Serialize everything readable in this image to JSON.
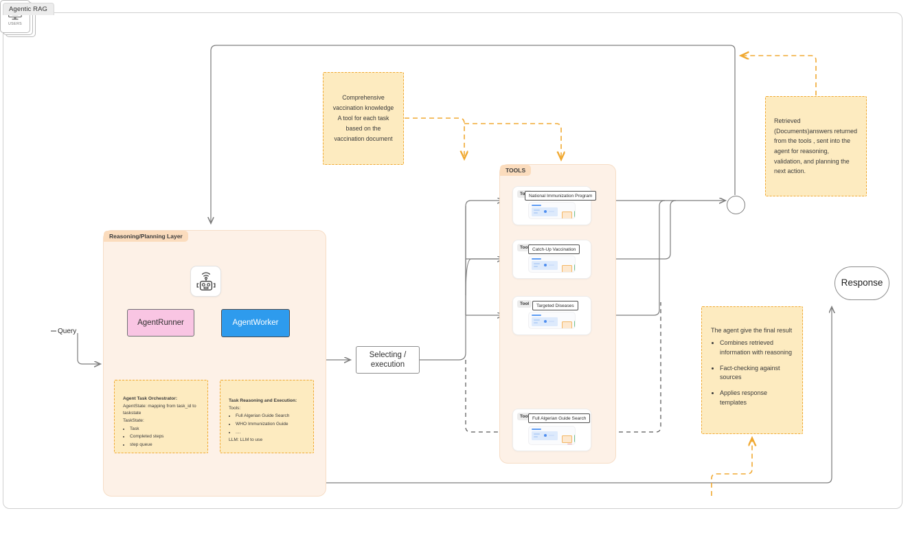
{
  "window": {
    "tab_title": "Agentic RAG"
  },
  "groups": {
    "reasoning": {
      "label": "Reasoning/Planning Layer"
    },
    "tools": {
      "label": "TOOLS"
    }
  },
  "nodes": {
    "users": {
      "caption": "USERS",
      "icon": "users-screen-icon"
    },
    "query_label": "Query",
    "agent_runner": {
      "label": "AgentRunner",
      "color": "#f9c5e3"
    },
    "agent_worker": {
      "label": "AgentWorker",
      "color": "#2e9bed"
    },
    "robot": {
      "icon": "robot-icon"
    },
    "selecting": {
      "label": "Selecting / execution"
    },
    "response": {
      "label": "Response"
    },
    "join": {
      "icon": "junction-circle-icon"
    }
  },
  "tools": [
    {
      "tag": "Tool",
      "title": "National Immunization Program"
    },
    {
      "tag": "Tool",
      "title": "Catch-Up Vaccination"
    },
    {
      "tag": "Tool",
      "title": "Targeted Diseases"
    },
    {
      "tag": "Tool",
      "title": "Full Algerian Guide Search"
    }
  ],
  "notes": {
    "knowledge": {
      "lines": [
        "Comprehensive",
        "vaccination knowledge",
        "A tool for each task",
        "based on the",
        "vaccination document"
      ]
    },
    "retrieved": {
      "text": " Retrieved (Documents)answers returned from the tools , sent into the agent for reasoning, validation, and planning the next action."
    },
    "final_result": {
      "lead": "The agent give the final result",
      "bullets": [
        "Combines retrieved information with reasoning",
        "Fact-checking against sources",
        "Applies response templates"
      ]
    },
    "orchestrator": {
      "heading": "Agent Task Orchestrator:",
      "lines": [
        "AgentState: mapping from task_id to taskstate",
        "TaskState:"
      ],
      "bullets": [
        "Task",
        "Completed steps",
        "step queue"
      ]
    },
    "execution": {
      "heading": "Task Reasoning and Execution:",
      "lines": [
        "Tools:"
      ],
      "bullets": [
        "Full Algerian Guide Search",
        "WHO Immunization Guide",
        "...."
      ],
      "footer": "LLM: LLM to use"
    }
  },
  "colors": {
    "group_bg": "#fdf1e7",
    "group_label_bg": "#fbdcbd",
    "note_bg": "#fdebc0",
    "note_border": "#f0a830",
    "runner": "#f9c5e3",
    "worker": "#2e9bed",
    "wire": "#7d7d7d"
  }
}
